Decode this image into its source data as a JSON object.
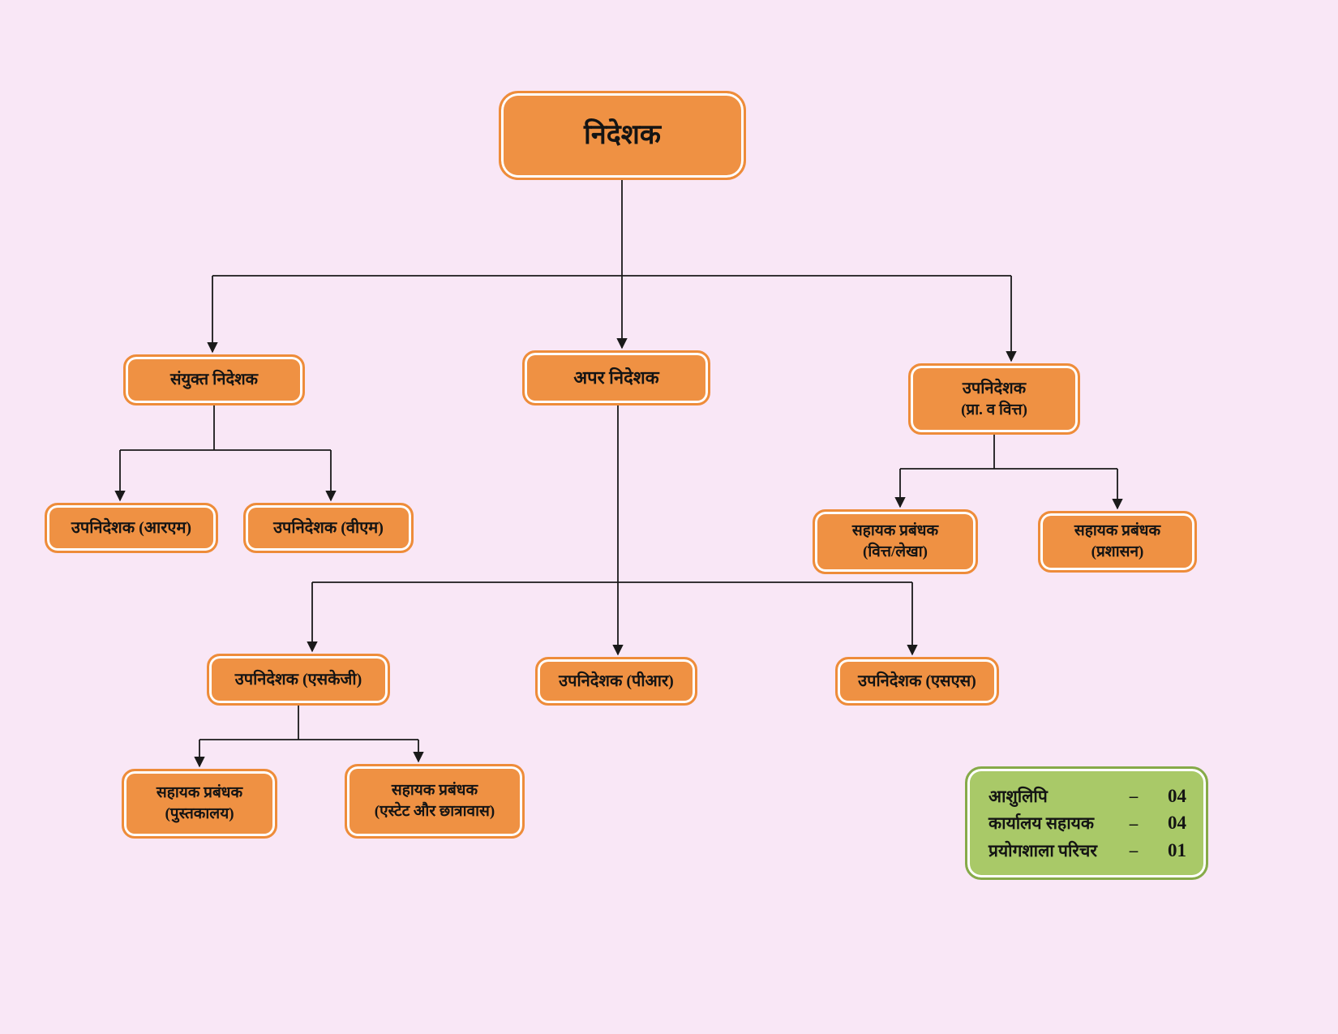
{
  "colors": {
    "background": "#f9e7f6",
    "node_fill": "#ef9143",
    "legend_fill": "#a9c968",
    "line": "#1a1a1a"
  },
  "nodes": {
    "director": {
      "label": "निदेशक"
    },
    "joint_director": {
      "label": "संयुक्त निदेशक"
    },
    "additional_director": {
      "label": "अपर निदेशक"
    },
    "deputy_director_admin_finance": {
      "line1": "उपनिदेशक",
      "line2": "(प्रा. व वित्त)"
    },
    "deputy_director_rm": {
      "label": "उपनिदेशक (आरएम)"
    },
    "deputy_director_vm": {
      "label": "उपनिदेशक (वीएम)"
    },
    "assistant_manager_finance": {
      "line1": "सहायक प्रबंधक",
      "line2": "(वित्त/लेखा)"
    },
    "assistant_manager_admin": {
      "line1": "सहायक प्रबंधक",
      "line2": "(प्रशासन)"
    },
    "deputy_director_skg": {
      "label": "उपनिदेशक (एसकेजी)"
    },
    "deputy_director_pr": {
      "label": "उपनिदेशक (पीआर)"
    },
    "deputy_director_ss": {
      "label": "उपनिदेशक (एसएस)"
    },
    "assistant_manager_library": {
      "line1": "सहायक प्रबंधक",
      "line2": "(पुस्तकालय)"
    },
    "assistant_manager_estate": {
      "line1": "सहायक प्रबंधक",
      "line2": "(एस्टेट और छात्रावास)"
    }
  },
  "legend": {
    "items": [
      {
        "label": "आशुलिपि",
        "dash": "–",
        "value": "04"
      },
      {
        "label": "कार्यालय सहायक",
        "dash": "–",
        "value": "04"
      },
      {
        "label": "प्रयोगशाला परिचर",
        "dash": "–",
        "value": "01"
      }
    ]
  }
}
